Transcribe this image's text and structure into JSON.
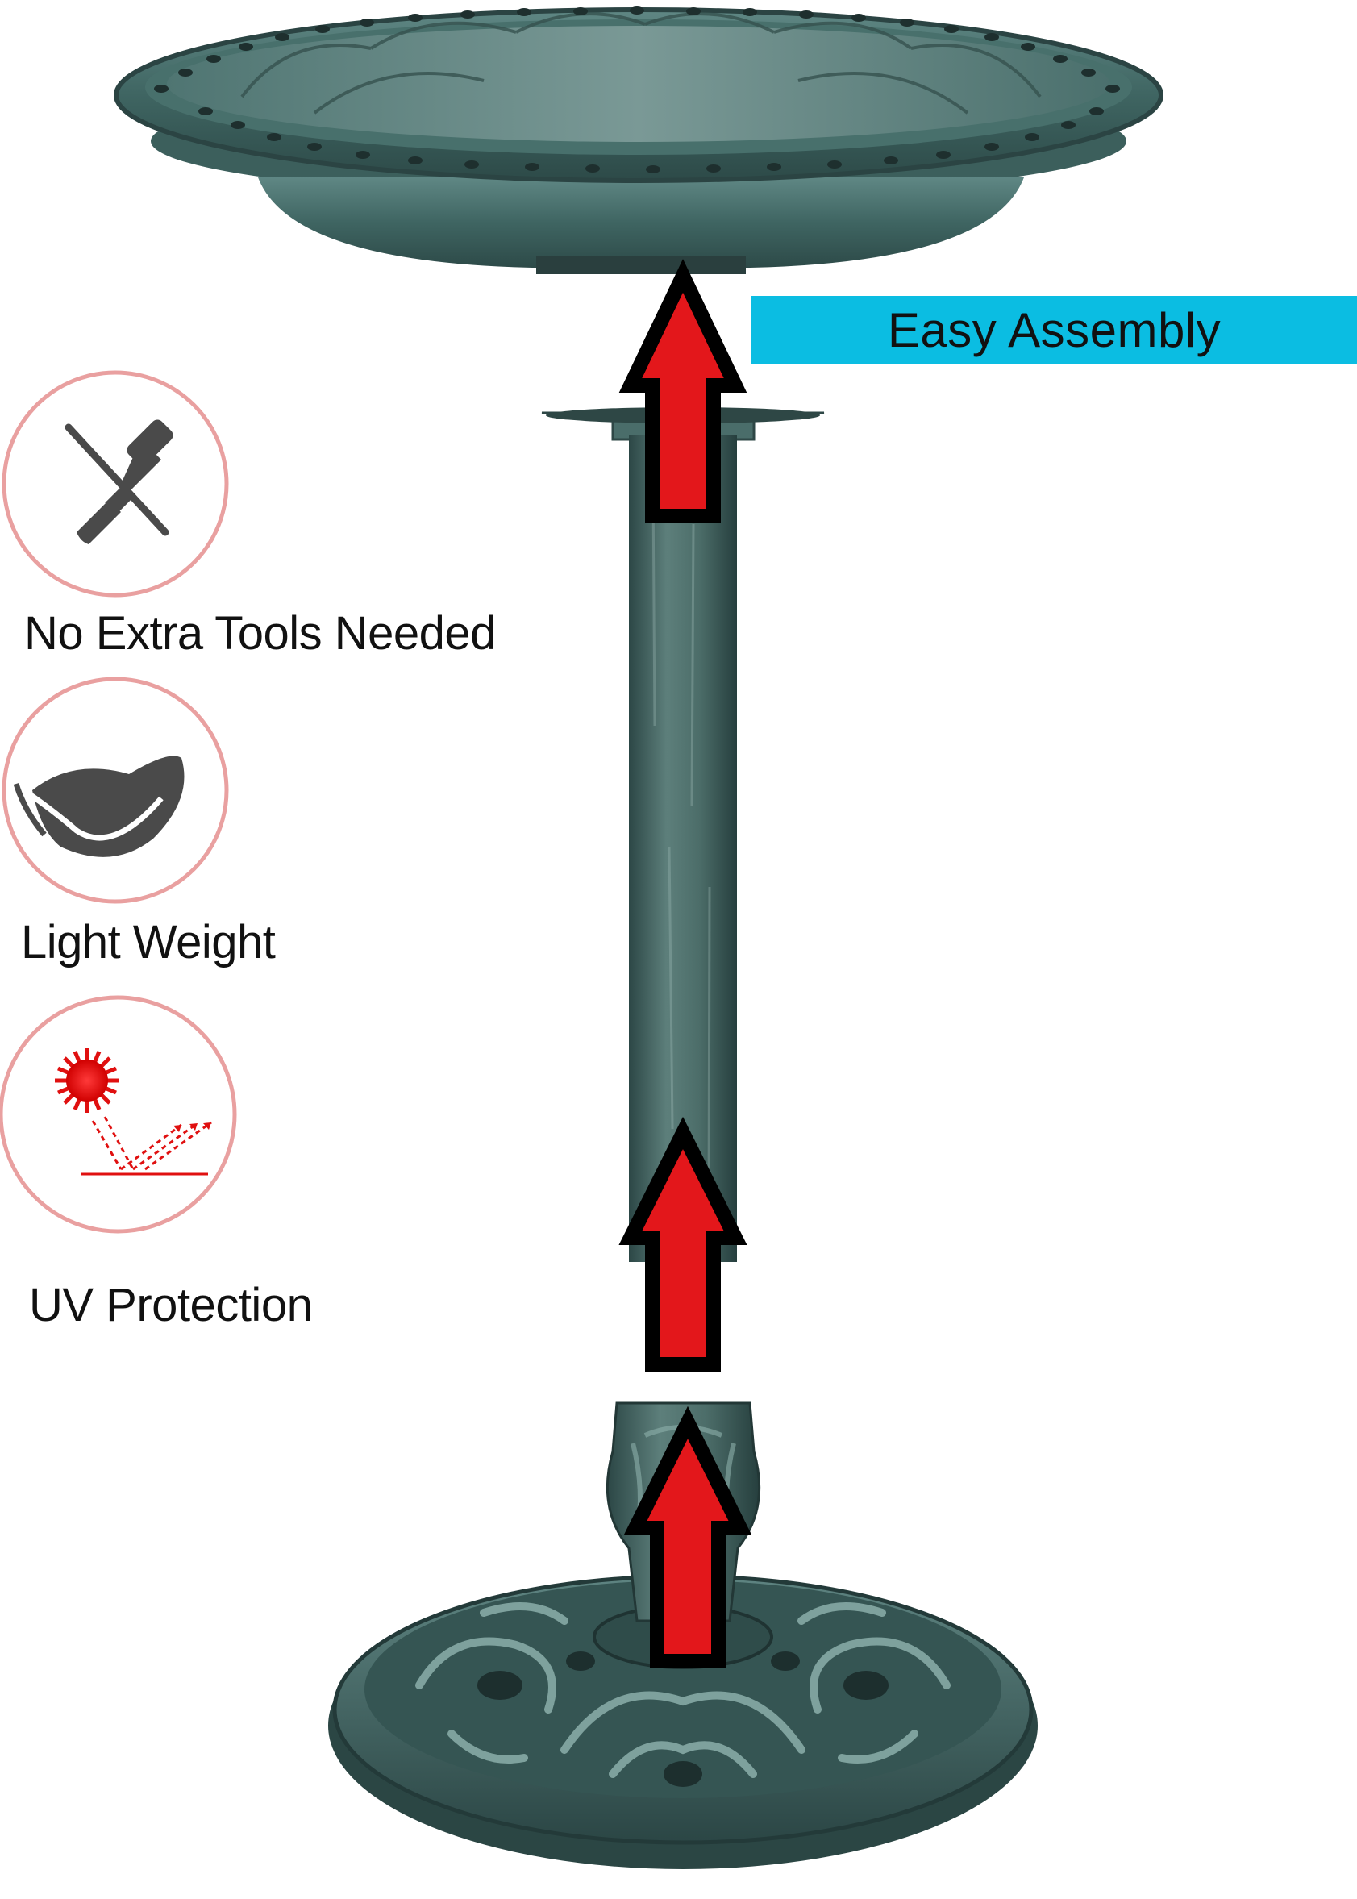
{
  "banner": {
    "text": "Easy Assembly",
    "color": "#0bbde2"
  },
  "features": [
    {
      "icon": "no-tools-icon",
      "label": "No Extra Tools Needed"
    },
    {
      "icon": "feather-icon",
      "label": "Light Weight"
    },
    {
      "icon": "sun-uv-icon",
      "label": "UV Protection"
    }
  ],
  "colors": {
    "patina": "#3b5e5c",
    "patina_light": "#6f908d",
    "arrow_fill": "#e3171b",
    "arrow_outline": "#000000",
    "icon_ring": "#e9a0a0",
    "icon_gray": "#4a4a4a"
  }
}
